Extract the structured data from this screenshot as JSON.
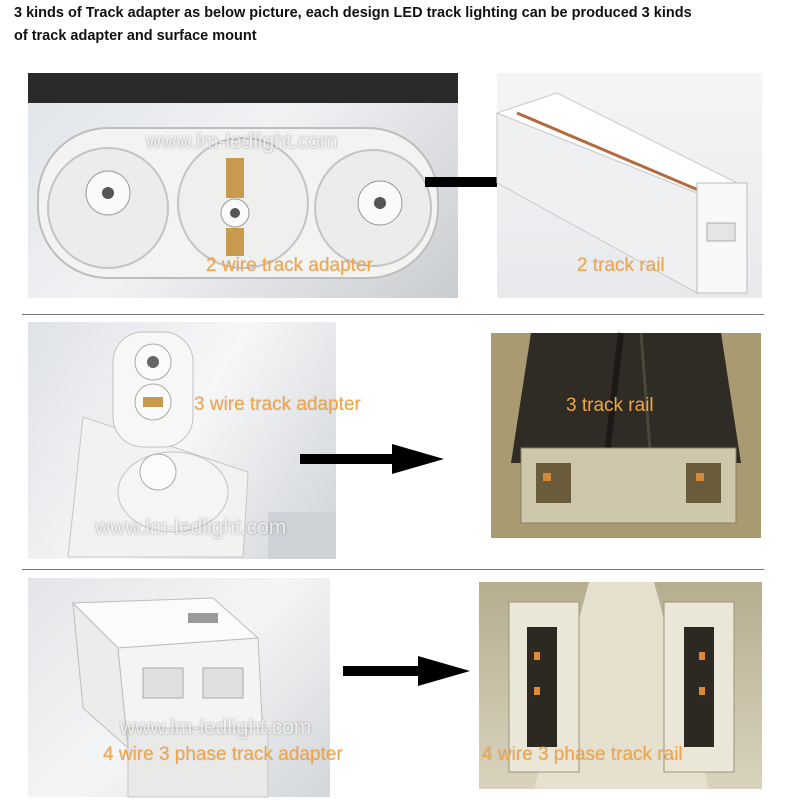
{
  "intro": {
    "line1": "3 kinds of Track adapter as below picture, each design LED track lighting can be produced 3 kinds",
    "line2": "of track adapter and surface mount"
  },
  "rows": [
    {
      "watermark": "www.lm-ledlight.com",
      "adapter_caption": "2 wire  track adapter",
      "rail_caption": "2 track rail"
    },
    {
      "watermark": "www.lm-ledlight.com",
      "adapter_caption": "3 wire  track adapter",
      "rail_caption": "3 track rail"
    },
    {
      "watermark": "www.lm-ledlight.com",
      "adapter_caption": "4 wire 3 phase track adapter",
      "rail_caption": "4 wire 3 phase track rail"
    }
  ],
  "colors": {
    "caption": "#f0a64a",
    "arrow": "#000000",
    "divider": "#777777"
  }
}
